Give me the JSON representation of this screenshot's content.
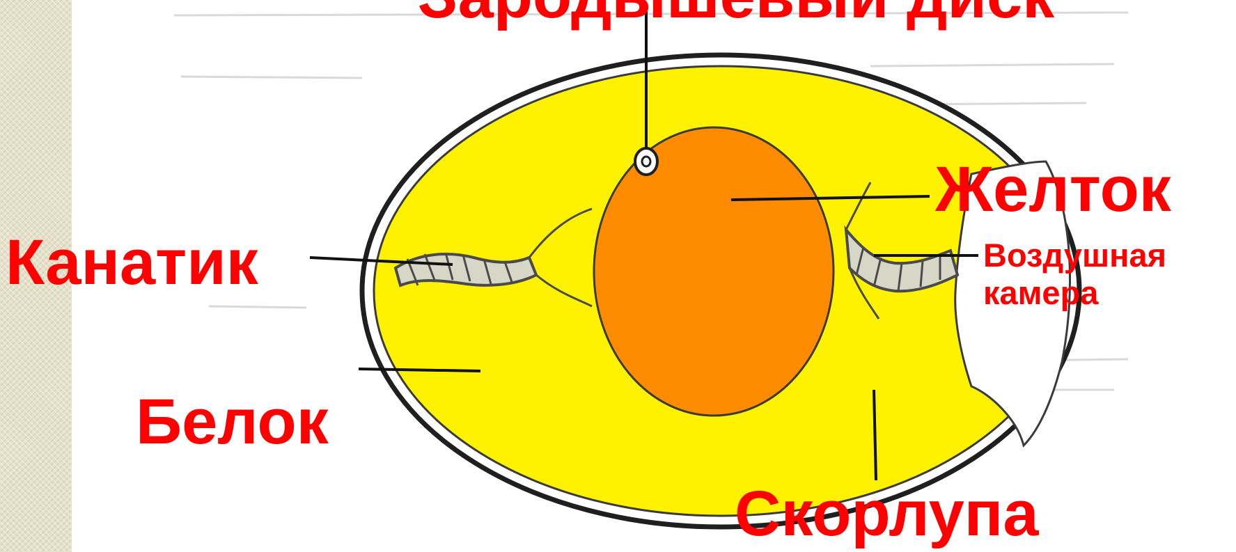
{
  "colors": {
    "label": "#ff0000",
    "albumen": "#fff200",
    "yolk": "#ff8c00",
    "shell": "#2a2a2a",
    "air_cell": "#ffffff"
  },
  "labels": {
    "top_cut": "Зародышевый диск",
    "yolk": "Желток",
    "chalaza": "Канатик",
    "air_cell_line1": "Воздушная",
    "air_cell_line2": "камера",
    "albumen": "Белок",
    "shell": "Скорлупа"
  }
}
